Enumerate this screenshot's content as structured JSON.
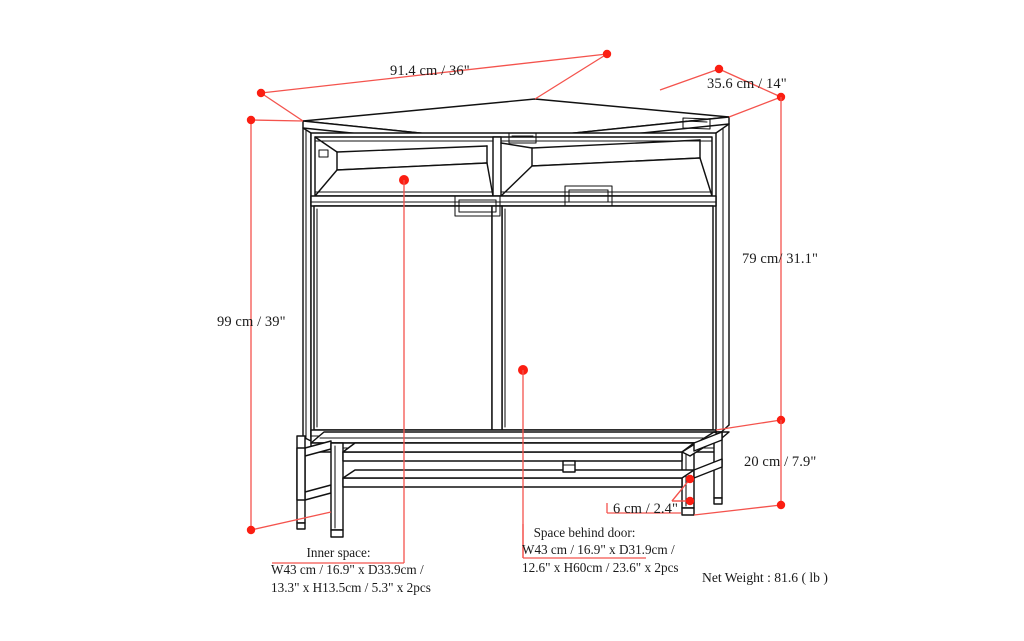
{
  "diagram": {
    "title": "Storage cabinet dimension drawing",
    "product": "two-door storage cabinet with open shelf and metal base",
    "colors": {
      "dimension_line": "#f4534d",
      "dimension_dot": "#fb1e12",
      "outline": "#111111",
      "background": "#ffffff",
      "text": "#1a1a1a"
    }
  },
  "dimensions": {
    "width": "91.4 cm / 36\"",
    "depth": "35.6 cm / 14\"",
    "total_height": "99 cm / 39\"",
    "cabinet_height": "79 cm/ 31.1\"",
    "base_height": "20 cm / 7.9\"",
    "base_rail": "6 cm / 2.4\""
  },
  "notes": {
    "inner_space": {
      "title": "Inner space:",
      "line1": "W43 cm / 16.9\" x D33.9cm /",
      "line2": "13.3\" x H13.5cm / 5.3\" x 2pcs"
    },
    "space_behind_door": {
      "title": "Space behind door:",
      "line1": "W43 cm / 16.9\" x D31.9cm /",
      "line2": "12.6\" x H60cm / 23.6\" x 2pcs"
    }
  },
  "weight": {
    "label": "Net Weight : 81.6 ( lb )"
  }
}
